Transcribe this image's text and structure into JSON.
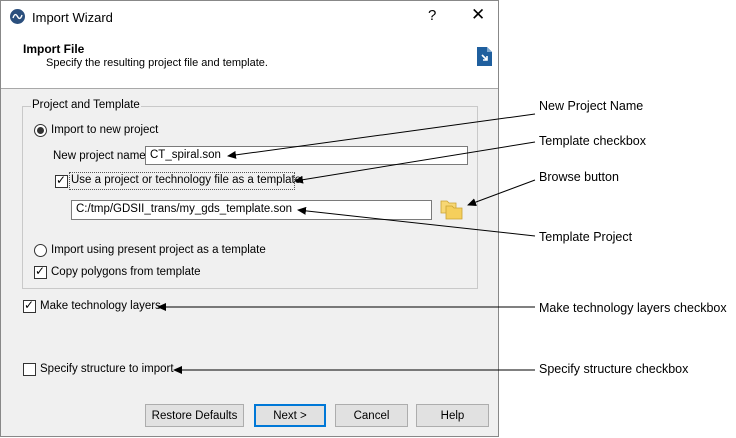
{
  "window": {
    "title": "Import Wizard",
    "help_glyph": "?",
    "close_glyph": "✕"
  },
  "header": {
    "title": "Import File",
    "subtitle": "Specify the resulting project file and template."
  },
  "group": {
    "legend": "Project and Template"
  },
  "options": {
    "import_new": "Import to new project",
    "new_project_label": "New project name",
    "new_project_value": "CT_spiral.son",
    "use_template": "Use a project or technology file as a template",
    "template_path": "C:/tmp/GDSII_trans/my_gds_template.son",
    "import_present": "Import using present project as a template",
    "copy_polygons": "Copy polygons from template",
    "make_tech_layers": "Make technology layers",
    "specify_structure": "Specify structure to import"
  },
  "state": {
    "import_new_selected": true,
    "use_template_checked": true,
    "copy_polygons_checked": true,
    "make_tech_layers_checked": true,
    "specify_structure_checked": false
  },
  "buttons": {
    "restore": "Restore Defaults",
    "next": "Next >",
    "cancel": "Cancel",
    "help": "Help"
  },
  "annotations": {
    "new_project_name": "New Project Name",
    "template_checkbox": "Template checkbox",
    "browse_button": "Browse button",
    "template_project": "Template Project",
    "make_tech_checkbox": "Make technology layers checkbox",
    "specify_structure_checkbox": "Specify structure checkbox"
  },
  "icons": {
    "app": "app-logo-icon",
    "file": "import-file-icon",
    "browse": "folder-browse-icon"
  }
}
